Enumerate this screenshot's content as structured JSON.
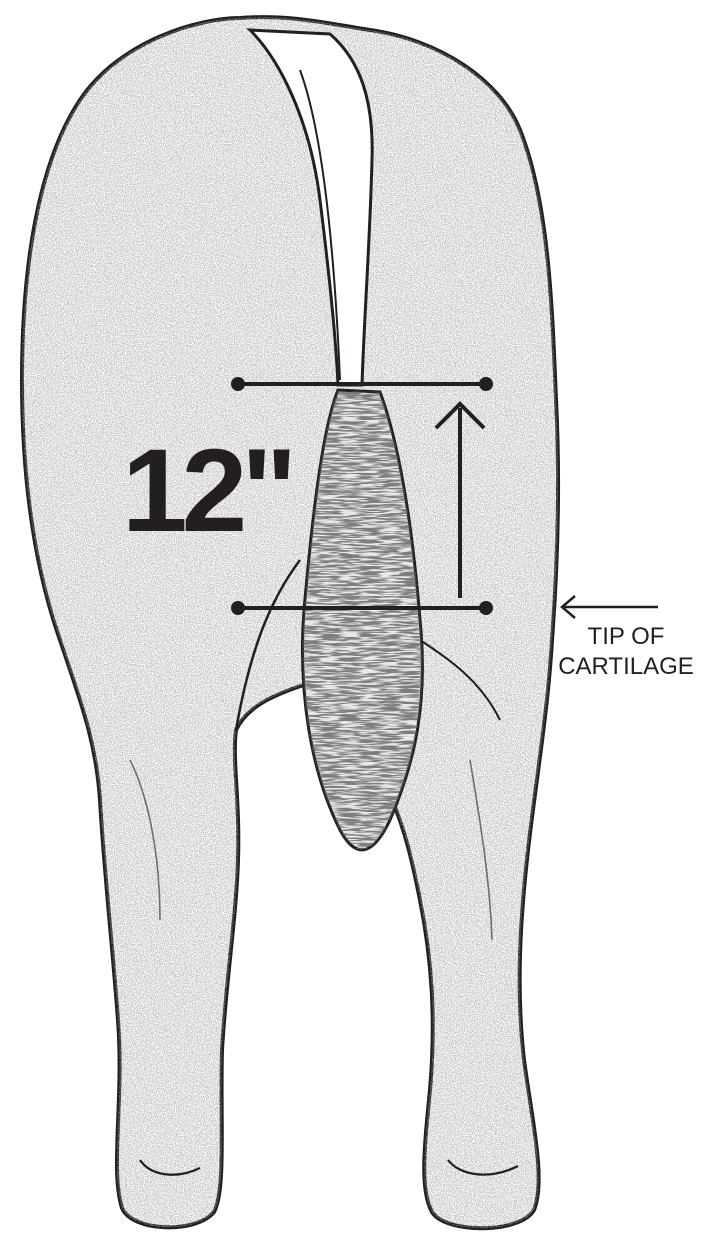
{
  "measurement": {
    "label": "12\""
  },
  "note": {
    "line1": "TIP OF",
    "line2": "CARTILAGE"
  },
  "colors": {
    "ink": "#231f20",
    "background": "#ffffff",
    "stipple": "#7a7a7a"
  }
}
